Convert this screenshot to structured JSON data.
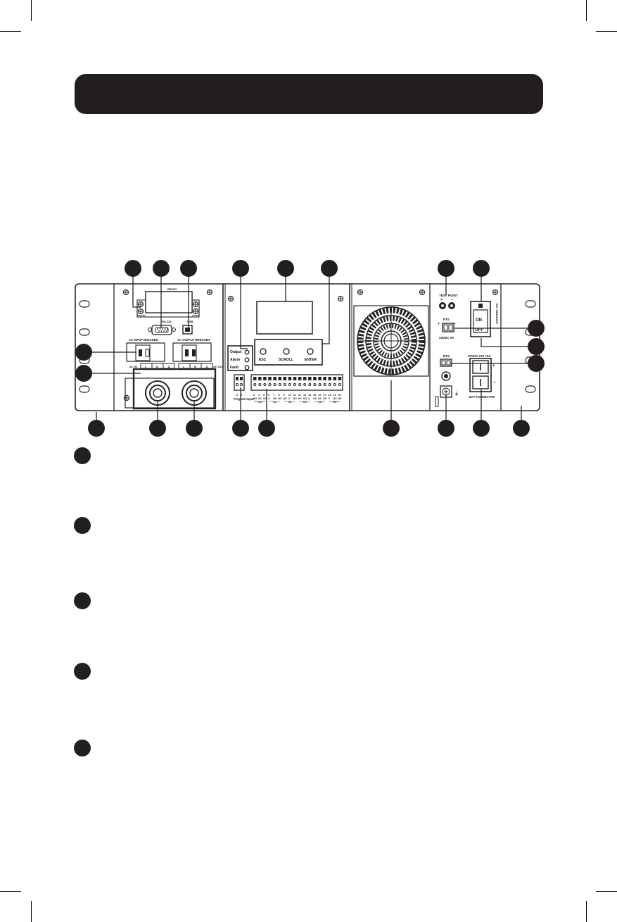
{
  "panel": {
    "reset_label": "RESET",
    "rs232_label": "RS-232",
    "usb_label": "USB",
    "ac_input_breaker_label": "AC INPUT BREAKER",
    "ac_output_breaker_label": "AC OUTPUT BREAKER",
    "ac_in_label": "AC IN",
    "ac_out_label": "AC OUT",
    "ac_terminals": [
      "L",
      "N",
      "⏚",
      "L",
      "N",
      "⏚"
    ],
    "led_labels": [
      "Output",
      "Alarm",
      "Fault"
    ],
    "buttons": [
      "ESC",
      "SCROLL",
      "ENTER"
    ],
    "terminal_numbers": [
      "1",
      "2",
      "3",
      "4",
      "5",
      "6",
      "7",
      "8",
      "9",
      "10",
      "11",
      "12",
      "13",
      "14",
      "15",
      "16",
      "17",
      "18",
      "19",
      "20"
    ],
    "terminal_types": [
      "NO",
      "C",
      "NO",
      "NC",
      "NO",
      "C",
      "NO",
      "NC",
      "NO",
      "C",
      "NO",
      "NC",
      "NO",
      "C",
      "NO",
      "NC",
      "NO",
      "C",
      "NO",
      "NC"
    ],
    "terminal_groups": [
      "C1",
      "C2",
      "C3",
      "C4",
      "C5",
      "C6"
    ],
    "program_input_label": "Program Input",
    "test_point_label": "TEST POINT",
    "test_point_polarity": [
      "+",
      "−"
    ],
    "pts_label": "PTS",
    "pts_polarity": [
      "+",
      "−"
    ],
    "pts_rating": "24VDC 3A",
    "bts_label": "BTS",
    "battery_rating": "24VDC 275 74A",
    "bat_connector_label": "BAT CONNECTOR",
    "bat_polarity": [
      "+",
      "−"
    ],
    "bat_breaker_label": "BAT BREAKER",
    "switch_on": "ON",
    "switch_off": "OFF",
    "ground_symbol": "⏚"
  }
}
